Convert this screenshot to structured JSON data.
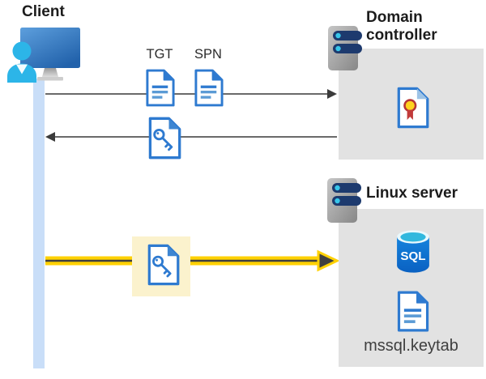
{
  "nodes": {
    "client": {
      "label": "Client"
    },
    "domain_controller": {
      "label": "Domain controller"
    },
    "linux_server": {
      "label": "Linux server"
    }
  },
  "tickets": {
    "tgt_label": "TGT",
    "spn_label": "SPN"
  },
  "files": {
    "keytab_label": "mssql.keytab"
  },
  "sql_icon": {
    "label": "SQL"
  },
  "icons": {
    "client": "client-user-workstation-icon",
    "domain_controller": "server-icon",
    "linux_server": "server-icon",
    "tgt": "document-icon",
    "spn": "document-icon",
    "service_ticket": "key-file-icon",
    "certificate": "certificate-file-icon",
    "sql_database": "sql-database-icon",
    "keytab_file": "document-icon"
  },
  "colors": {
    "yellow_arrow": "#FFD103",
    "highlight_box": "#FBF2CD",
    "node_container_gray": "#E2E2E2",
    "document_blue": "#2E7AD0",
    "client_lifeline_blue": "#C9DEF8",
    "arrow_dark_gray": "#3F3F3F"
  }
}
